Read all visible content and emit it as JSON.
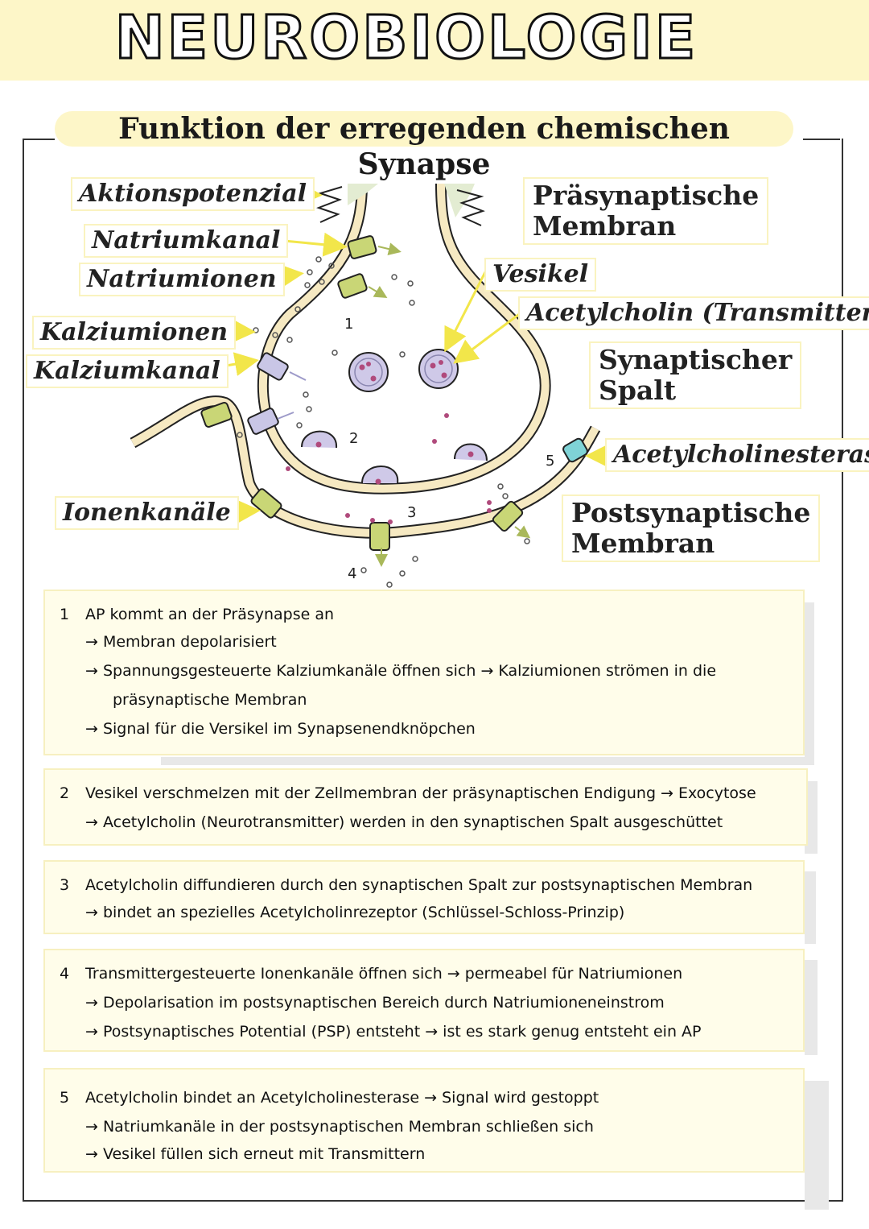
{
  "banner_title": "NEUROBIOLOGIE",
  "subtitle": "Funktion der erregenden chemischen Synapse",
  "labels": {
    "aktionspotenzial": "Aktionspotenzial",
    "natriumkanal": "Natriumkanal",
    "natriumionen": "Natriumionen",
    "kalziumionen": "Kalziumionen",
    "kalziumkanal": "Kalziumkanal",
    "ionenkanaele": "Ionenkanäle",
    "praesynaptische_membran": [
      "Präsynaptische",
      "Membran"
    ],
    "vesikel": "Vesikel",
    "acetylcholin": "Acetylcholin (Transmitter)",
    "synaptischer_spalt": [
      "Synaptischer",
      "Spalt"
    ],
    "acetylcholinesterase": "Acetylcholinesterase",
    "postsynaptische_membran": [
      "Postsynaptische",
      "Membran"
    ]
  },
  "step_markers": [
    "1",
    "2",
    "3",
    "4",
    "5"
  ],
  "steps": [
    {
      "num": "1",
      "lines": [
        "AP kommt an der Präsynapse an",
        "→ Membran depolarisiert",
        "→ Spannungsgesteuerte Kalziumkanäle öffnen sich → Kalziumionen strömen in die",
        "präsynaptische Membran",
        "→ Signal für die Versikel im Synapsenendknöpchen"
      ]
    },
    {
      "num": "2",
      "lines": [
        "Vesikel verschmelzen mit der Zellmembran der präsynaptischen Endigung → Exocytose",
        "→ Acetylcholin (Neurotransmitter) werden in den synaptischen Spalt ausgeschüttet"
      ]
    },
    {
      "num": "3",
      "lines": [
        "Acetylcholin diffundieren durch den synaptischen Spalt zur postsynaptischen Membran",
        "→ bindet an spezielles Acetylcholinrezeptor (Schlüssel-Schloss-Prinzip)"
      ]
    },
    {
      "num": "4",
      "lines": [
        "Transmittergesteuerte Ionenkanäle öffnen sich → permeabel für Natriumionen",
        "→ Depolarisation im postsynaptischen Bereich durch Natriumioneneinstrom",
        "→ Postsynaptisches Potential (PSP) entsteht → ist es stark genug entsteht ein AP"
      ]
    },
    {
      "num": "5",
      "lines": [
        "Acetylcholin bindet an Acetylcholinesterase → Signal wird gestoppt",
        "→ Natriumkanäle in der postsynaptischen Membran schließen sich",
        "→ Vesikel füllen sich erneut mit Transmittern"
      ]
    }
  ],
  "colors": {
    "highlight": "#fdf6c8",
    "membrane": "#f6e9c2",
    "channel": "#c9d676",
    "calcium_channel": "#c9c6e6",
    "vesicle": "#cfc9e8",
    "transmitter": "#b04a7c",
    "esterase": "#7fd3d6",
    "arrow": "#f2e64a"
  }
}
